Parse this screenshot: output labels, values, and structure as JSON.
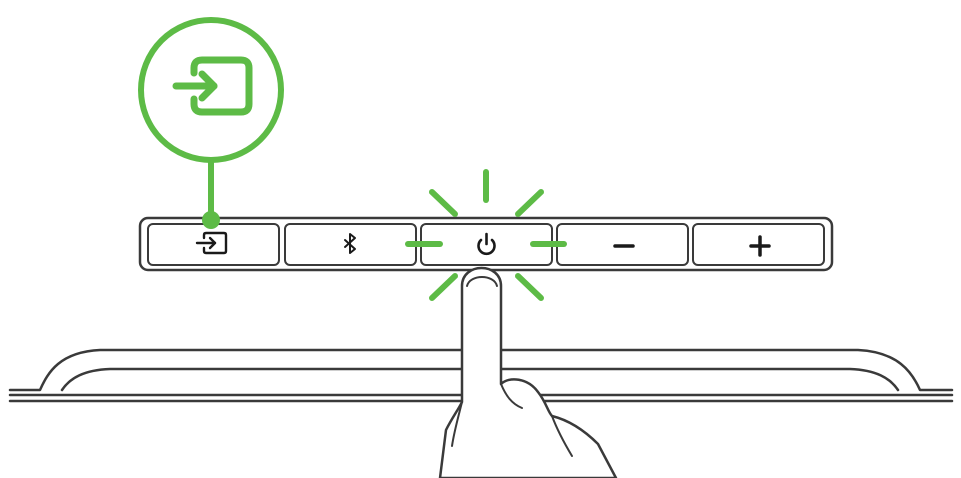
{
  "diagram": {
    "callout_icon": "input-source-icon",
    "highlight_color": "#5dbb46",
    "outline_color": "#3a3a3a",
    "control_panel": {
      "buttons": [
        {
          "id": "input",
          "icon": "input-source-icon"
        },
        {
          "id": "bluetooth",
          "icon": "bluetooth-icon"
        },
        {
          "id": "power",
          "icon": "power-icon"
        },
        {
          "id": "volume-down",
          "icon": "minus-icon"
        },
        {
          "id": "volume-up",
          "icon": "plus-icon"
        }
      ]
    },
    "action": "finger-pressing-power-button"
  }
}
